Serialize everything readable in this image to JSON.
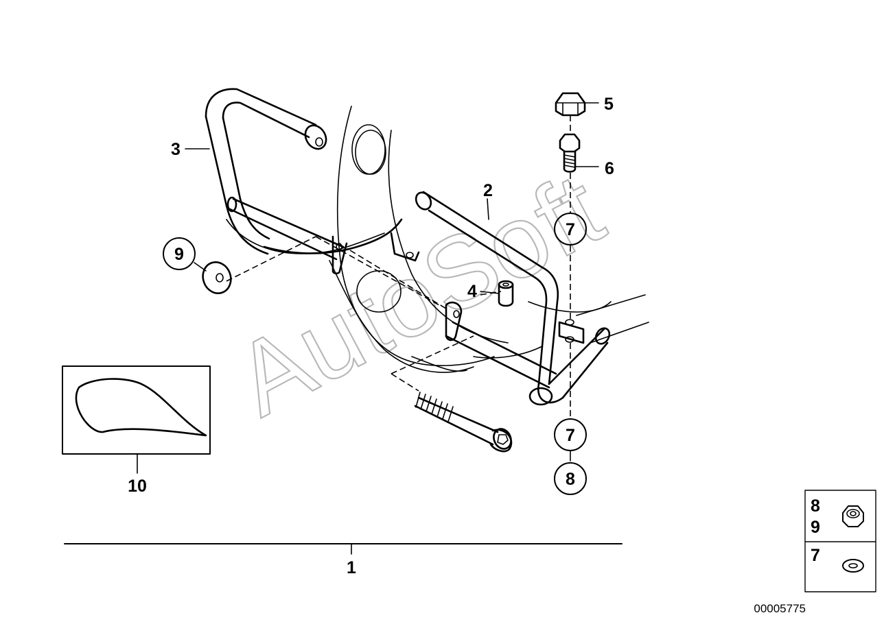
{
  "watermark": "AutoSoft",
  "document_number": "00005775",
  "callouts": {
    "c1": "1",
    "c2": "2",
    "c3": "3",
    "c4": "4",
    "c5": "5",
    "c6": "6",
    "c7a": "7",
    "c7b": "7",
    "c8": "8",
    "c9": "9",
    "c10": "10"
  },
  "legend": {
    "row1_top": "8",
    "row1_bottom": "9",
    "row2": "7"
  }
}
